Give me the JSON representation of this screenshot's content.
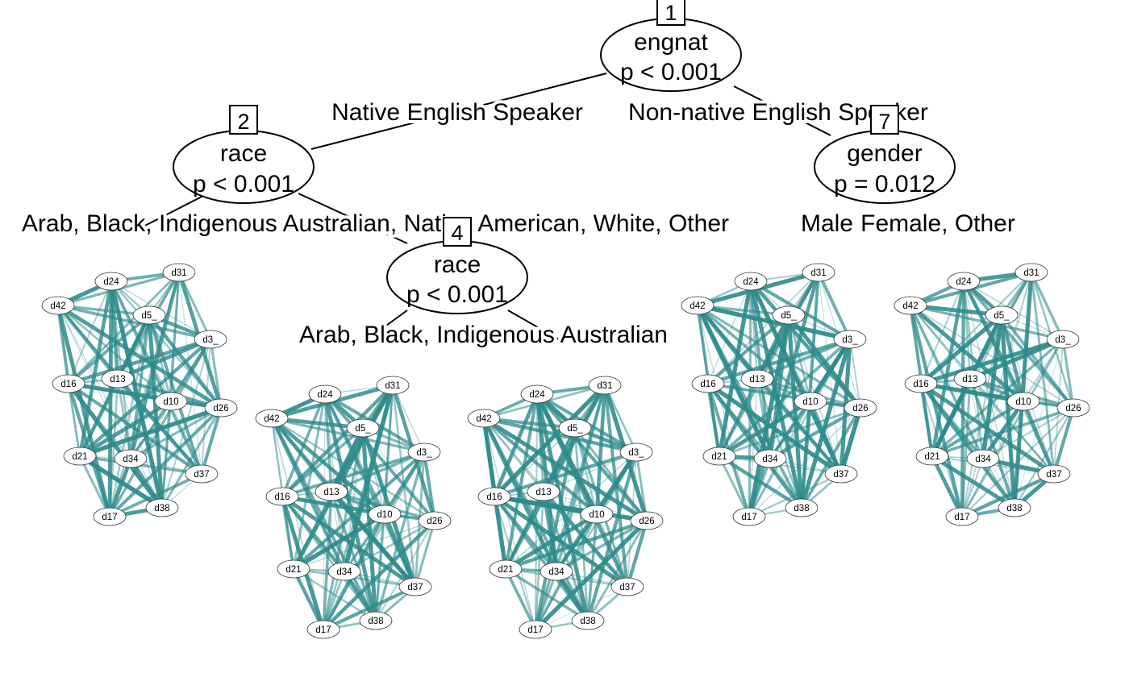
{
  "tree": {
    "nodes": [
      {
        "id": "1",
        "variable": "engnat",
        "p": "p < 0.001"
      },
      {
        "id": "2",
        "variable": "race",
        "p": "p < 0.001"
      },
      {
        "id": "4",
        "variable": "race",
        "p": "p < 0.001"
      },
      {
        "id": "7",
        "variable": "gender",
        "p": "p = 0.012"
      }
    ],
    "split_labels": {
      "n1_left": "Native English Speaker",
      "n1_right": "Non-native English Speaker",
      "n2_left": "Arab, Black, Indigenous Australian, Native American, White, Other",
      "n4_left": "Arab, Black, Indigenous Australian",
      "n7_left": "Male",
      "n7_right": "Female, Other"
    }
  },
  "network": {
    "node_labels": [
      "d24",
      "d31",
      "d42",
      "d5_",
      "d3_",
      "d16",
      "d13",
      "d10",
      "d26",
      "d21",
      "d34",
      "d37",
      "d17",
      "d38"
    ],
    "edge_color": "#2e8b8b",
    "count": 5
  }
}
